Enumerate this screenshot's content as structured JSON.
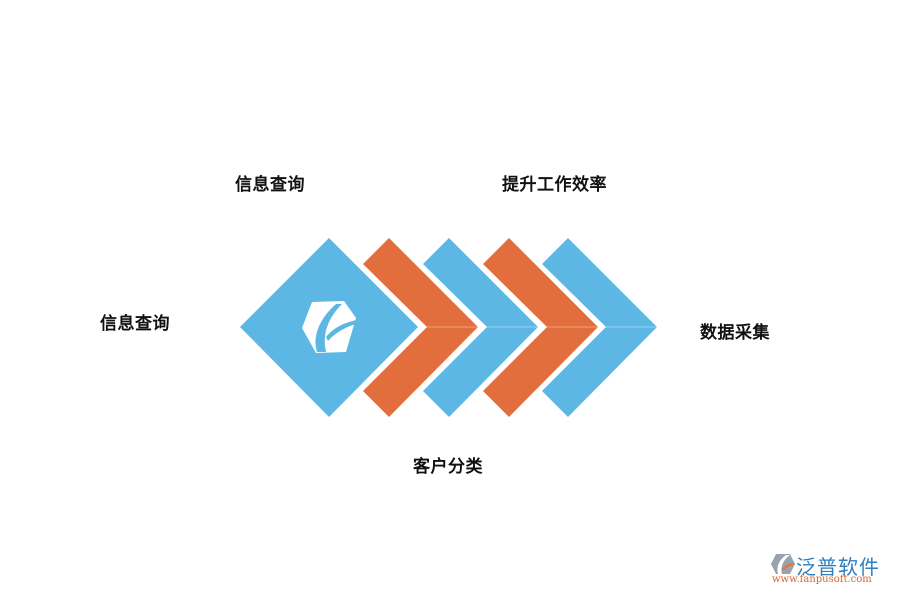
{
  "diagram": {
    "type": "chevron-process",
    "labels": {
      "top_left": "信息查询",
      "top_right": "提升工作效率",
      "left": "信息查询",
      "right": "数据采集",
      "bottom": "客户分类"
    },
    "shapes": [
      {
        "kind": "diamond",
        "color": "#5DB7E4",
        "icon": "brand-leaf-icon"
      },
      {
        "kind": "chevron",
        "color": "#E36E3D"
      },
      {
        "kind": "chevron",
        "color": "#5DB7E4"
      },
      {
        "kind": "chevron",
        "color": "#E36E3D"
      },
      {
        "kind": "chevron",
        "color": "#5DB7E4"
      }
    ],
    "colors": {
      "blue": "#5DB7E4",
      "orange": "#E36E3D"
    }
  },
  "watermark": {
    "name": "泛普软件",
    "url": "www.fanpusoft.com"
  }
}
